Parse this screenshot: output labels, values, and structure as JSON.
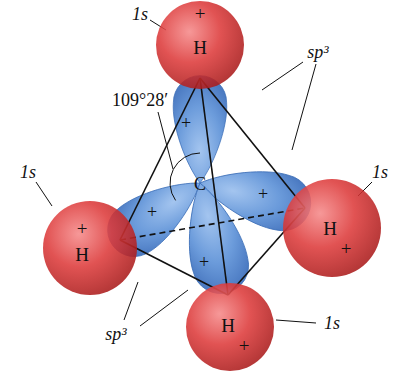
{
  "diagram": {
    "nodes": [
      {
        "text": [
          "+",
          "H"
        ]
      },
      {
        "text": [
          "H",
          "+"
        ]
      },
      {
        "text": [
          "+",
          "H"
        ]
      },
      {
        "text": [
          "H",
          "+"
        ]
      }
    ],
    "labels": [
      "1s",
      "sp³",
      "109°28′",
      "+",
      "1s",
      "1s",
      "C",
      "+",
      "+",
      "+",
      "1s",
      "sp³"
    ]
  }
}
